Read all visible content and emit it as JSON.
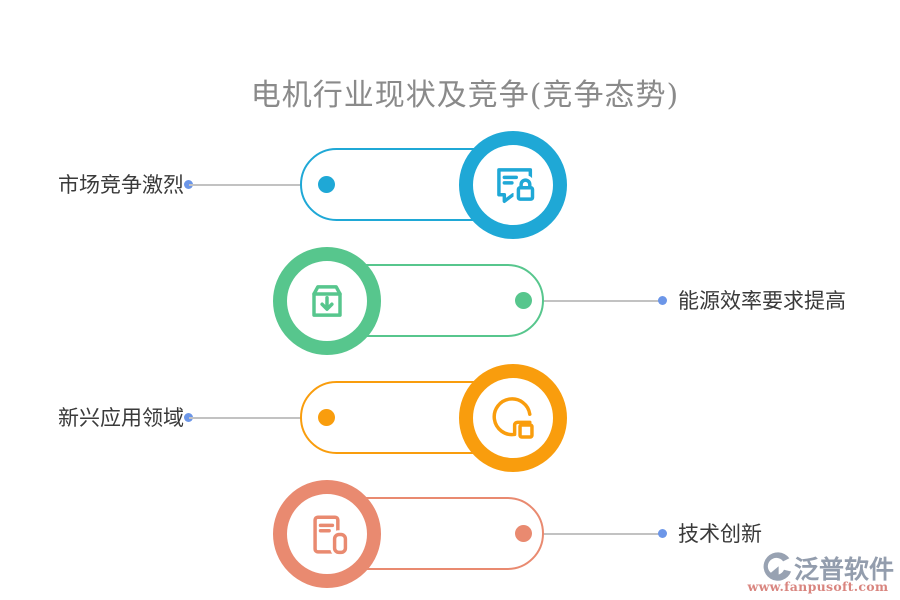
{
  "title": {
    "text": "电机行业现状及竞争(竞争态势)",
    "color": "#8a8a8a"
  },
  "rows": [
    {
      "label": "市场竞争激烈",
      "color": "#1fa8d6",
      "icon": "chat-lock-icon",
      "icon_side": "right",
      "label_side": "left"
    },
    {
      "label": "能源效率要求提高",
      "color": "#57c68d",
      "icon": "box-download-icon",
      "icon_side": "left",
      "label_side": "right"
    },
    {
      "label": "新兴应用领域",
      "color": "#f99d0d",
      "icon": "pie-chart-icon",
      "icon_side": "right",
      "label_side": "left"
    },
    {
      "label": "技术创新",
      "color": "#e98a70",
      "icon": "news-document-icon",
      "icon_side": "left",
      "label_side": "right"
    }
  ],
  "connector": {
    "line_color": "#c2c2c2",
    "label_dot_color": "#6c96e8"
  },
  "watermark": {
    "brand": "泛普软件",
    "url": "www.fanpusoft.com",
    "brand_color": "#939dad",
    "url_color": "#d9857f"
  }
}
